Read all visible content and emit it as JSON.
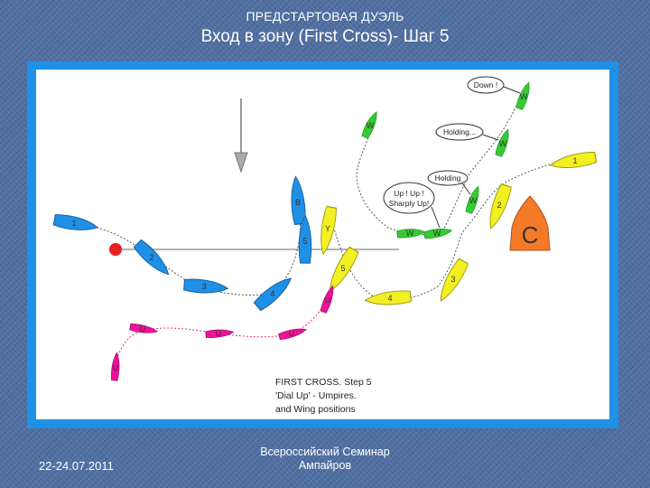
{
  "header": {
    "supertitle": "ПРЕДСТАРТОВАЯ ДУЭЛЬ",
    "title": "Вход в зону (First Cross)- Шаг 5"
  },
  "diagram": {
    "bubbles": {
      "down": "Down !",
      "holding1": "Holding...",
      "holding2": "Holding",
      "up_line1": "Up ! Up !",
      "up_line2": "Sharply Up!"
    },
    "mark_label": "C",
    "caption_line1": "FIRST CROSS. Step 5",
    "caption_line2": "'Dial Up' - Umpires.",
    "caption_line3": "and Wing positions",
    "labels": {
      "w": "W",
      "u": "U",
      "y": "Y",
      "b": "B",
      "n1": "1",
      "n2": "2",
      "n3": "3",
      "n4": "4",
      "n5": "5"
    },
    "colors": {
      "blue_boat": "#1e90e6",
      "yellow_boat": "#f2ef22",
      "green_boat": "#33cc33",
      "magenta_boat": "#ee1199",
      "committee_boat": "#f47a28",
      "start_pin": "#e61f1f",
      "wind_arrow": "#a7abaf"
    }
  },
  "footer": {
    "date": "22-24.07.2011",
    "center_line1": "Всероссийский Семинар",
    "center_line2": "Ампайров"
  }
}
